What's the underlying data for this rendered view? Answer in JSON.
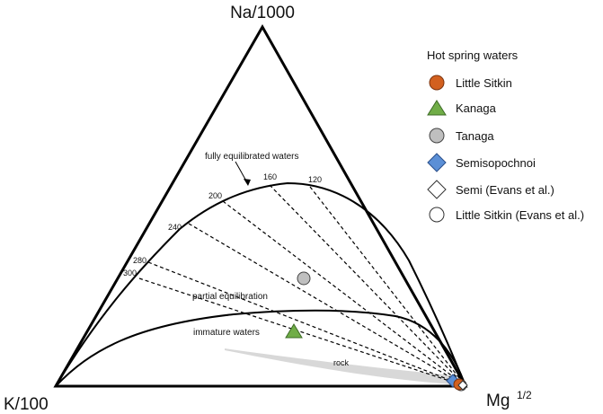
{
  "diagram": {
    "apex_top": "Na/1000",
    "apex_left": "K/100",
    "apex_right_base": "Mg",
    "apex_right_exp": "1/2",
    "curve_labels": {
      "full": "fully equilibrated waters",
      "partial": "partial equilibration",
      "immature": "immature waters",
      "rock": "rock"
    },
    "temperatures": [
      "120",
      "160",
      "200",
      "240",
      "280",
      "300"
    ]
  },
  "legend": {
    "title": "Hot spring waters",
    "items": [
      {
        "label": "Little Sitkin",
        "marker": "circle",
        "color": "#d2601f"
      },
      {
        "label": "Kanaga",
        "marker": "triangle",
        "color": "#70ad47"
      },
      {
        "label": "Tanaga",
        "marker": "circle",
        "color": "#bfbfbf"
      },
      {
        "label": "Semisopochnoi",
        "marker": "diamond",
        "color": "#5b8fd6"
      },
      {
        "label": "Semi (Evans et al.)",
        "marker": "diamond",
        "color": "#ffffff"
      },
      {
        "label": "Little Sitkin (Evans et al.)",
        "marker": "circle",
        "color": "#ffffff"
      }
    ]
  }
}
